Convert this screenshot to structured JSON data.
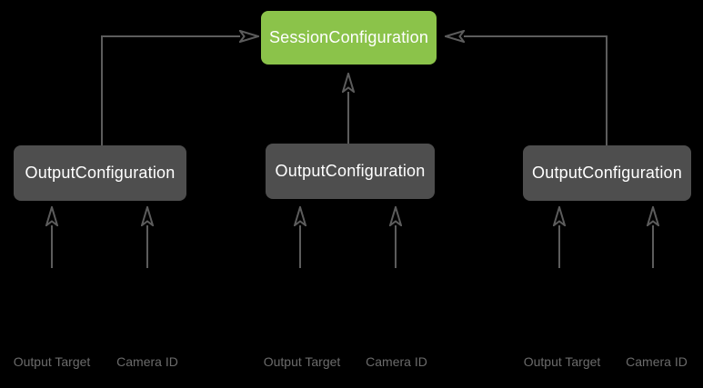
{
  "diagram": {
    "session_node": {
      "label": "SessionConfiguration"
    },
    "output_nodes": [
      {
        "label": "OutputConfiguration",
        "inputs": [
          "Output Target",
          "Camera ID"
        ]
      },
      {
        "label": "OutputConfiguration",
        "inputs": [
          "Output Target",
          "Camera ID"
        ]
      },
      {
        "label": "OutputConfiguration",
        "inputs": [
          "Output Target",
          "Camera ID"
        ]
      }
    ],
    "colors": {
      "background": "#000000",
      "session_node_fill": "#8BC34A",
      "output_node_fill": "#4E4E4E",
      "node_text": "#FFFFFF",
      "arrow": "#5C5C5C",
      "input_label_text": "#6B6B6B"
    }
  }
}
